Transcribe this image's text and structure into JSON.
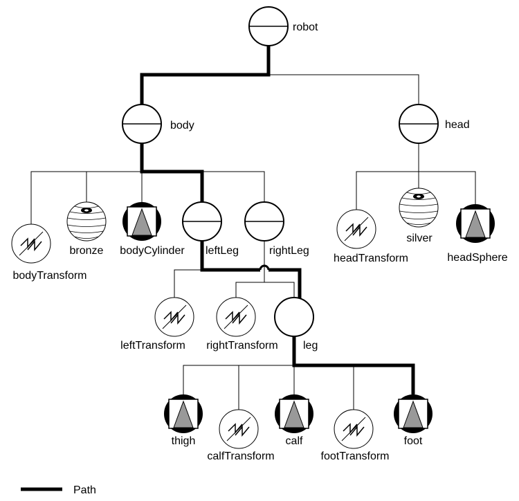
{
  "colors": {
    "line": "#000000",
    "background": "#ffffff",
    "shape_fill": "#999999"
  },
  "icon_types": {
    "group": "group-node-icon",
    "separator": "separator-node-icon",
    "transform": "transform-node-icon",
    "material": "material-node-icon",
    "shape": "shape-node-icon"
  },
  "nodes": [
    {
      "id": "robot",
      "label": "robot",
      "icon": "group"
    },
    {
      "id": "body",
      "label": "body",
      "icon": "group"
    },
    {
      "id": "head",
      "label": "head",
      "icon": "group"
    },
    {
      "id": "bodyTransform",
      "label": "bodyTransform",
      "icon": "transform"
    },
    {
      "id": "bronze",
      "label": "bronze",
      "icon": "material"
    },
    {
      "id": "bodyCylinder",
      "label": "bodyCylinder",
      "icon": "shape"
    },
    {
      "id": "leftLeg",
      "label": "leftLeg",
      "icon": "group"
    },
    {
      "id": "rightLeg",
      "label": "rightLeg",
      "icon": "group"
    },
    {
      "id": "headTransform",
      "label": "headTransform",
      "icon": "transform"
    },
    {
      "id": "silver",
      "label": "silver",
      "icon": "material"
    },
    {
      "id": "headSphere",
      "label": "headSphere",
      "icon": "shape"
    },
    {
      "id": "leftTransform",
      "label": "leftTransform",
      "icon": "transform"
    },
    {
      "id": "rightTransform",
      "label": "rightTransform",
      "icon": "transform"
    },
    {
      "id": "leg",
      "label": "leg",
      "icon": "separator"
    },
    {
      "id": "thigh",
      "label": "thigh",
      "icon": "shape"
    },
    {
      "id": "calfTransform",
      "label": "calfTransform",
      "icon": "transform"
    },
    {
      "id": "calf",
      "label": "calf",
      "icon": "shape"
    },
    {
      "id": "footTransform",
      "label": "footTransform",
      "icon": "transform"
    },
    {
      "id": "foot",
      "label": "foot",
      "icon": "shape"
    }
  ],
  "edges": [
    {
      "from": "robot",
      "to": "body",
      "path": true
    },
    {
      "from": "robot",
      "to": "head",
      "path": false
    },
    {
      "from": "body",
      "to": "bodyTransform",
      "path": false
    },
    {
      "from": "body",
      "to": "bronze",
      "path": false
    },
    {
      "from": "body",
      "to": "bodyCylinder",
      "path": false
    },
    {
      "from": "body",
      "to": "leftLeg",
      "path": true
    },
    {
      "from": "body",
      "to": "rightLeg",
      "path": false
    },
    {
      "from": "head",
      "to": "headTransform",
      "path": false
    },
    {
      "from": "head",
      "to": "silver",
      "path": false
    },
    {
      "from": "head",
      "to": "headSphere",
      "path": false
    },
    {
      "from": "leftLeg",
      "to": "leftTransform",
      "path": false
    },
    {
      "from": "leftLeg",
      "to": "leg",
      "path": true
    },
    {
      "from": "rightLeg",
      "to": "rightTransform",
      "path": false
    },
    {
      "from": "rightLeg",
      "to": "leg",
      "path": false
    },
    {
      "from": "leg",
      "to": "thigh",
      "path": false
    },
    {
      "from": "leg",
      "to": "calfTransform",
      "path": false
    },
    {
      "from": "leg",
      "to": "calf",
      "path": false
    },
    {
      "from": "leg",
      "to": "footTransform",
      "path": false
    },
    {
      "from": "leg",
      "to": "foot",
      "path": true
    }
  ],
  "legend": {
    "path_label": "Path"
  }
}
